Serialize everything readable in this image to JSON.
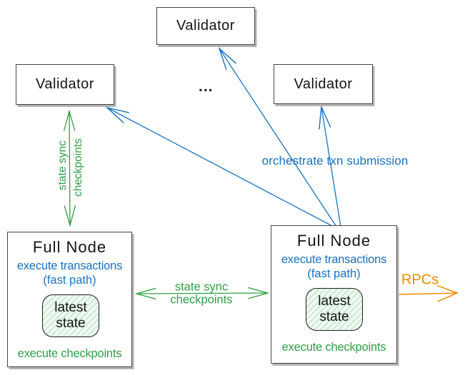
{
  "validators": {
    "left": "Validator",
    "top": "Validator",
    "right": "Validator"
  },
  "ellipsis": "...",
  "full_nodes": {
    "left": {
      "title": "Full Node",
      "exec_line1": "execute transactions",
      "exec_line2": "(fast path)",
      "state_line1": "latest",
      "state_line2": "state",
      "footer": "execute checkpoints"
    },
    "right": {
      "title": "Full Node",
      "exec_line1": "execute transactions",
      "exec_line2": "(fast path)",
      "state_line1": "latest",
      "state_line2": "state",
      "footer": "execute checkpoints"
    }
  },
  "edges": {
    "vertical_state_sync": {
      "line1": "state sync",
      "line2": "checkpoints"
    },
    "horizontal_state_sync": {
      "line1": "state sync",
      "line2": "checkpoints"
    },
    "orchestrate": "orchestrate txn submission",
    "rpcs": "RPCs"
  },
  "colors": {
    "ink": "#1e1e1e",
    "green": "#2f9e44",
    "blue": "#1971c2",
    "orange": "#f08c00",
    "box_shadow": "#b3b3b3",
    "state_fill": "#f0faf2"
  }
}
